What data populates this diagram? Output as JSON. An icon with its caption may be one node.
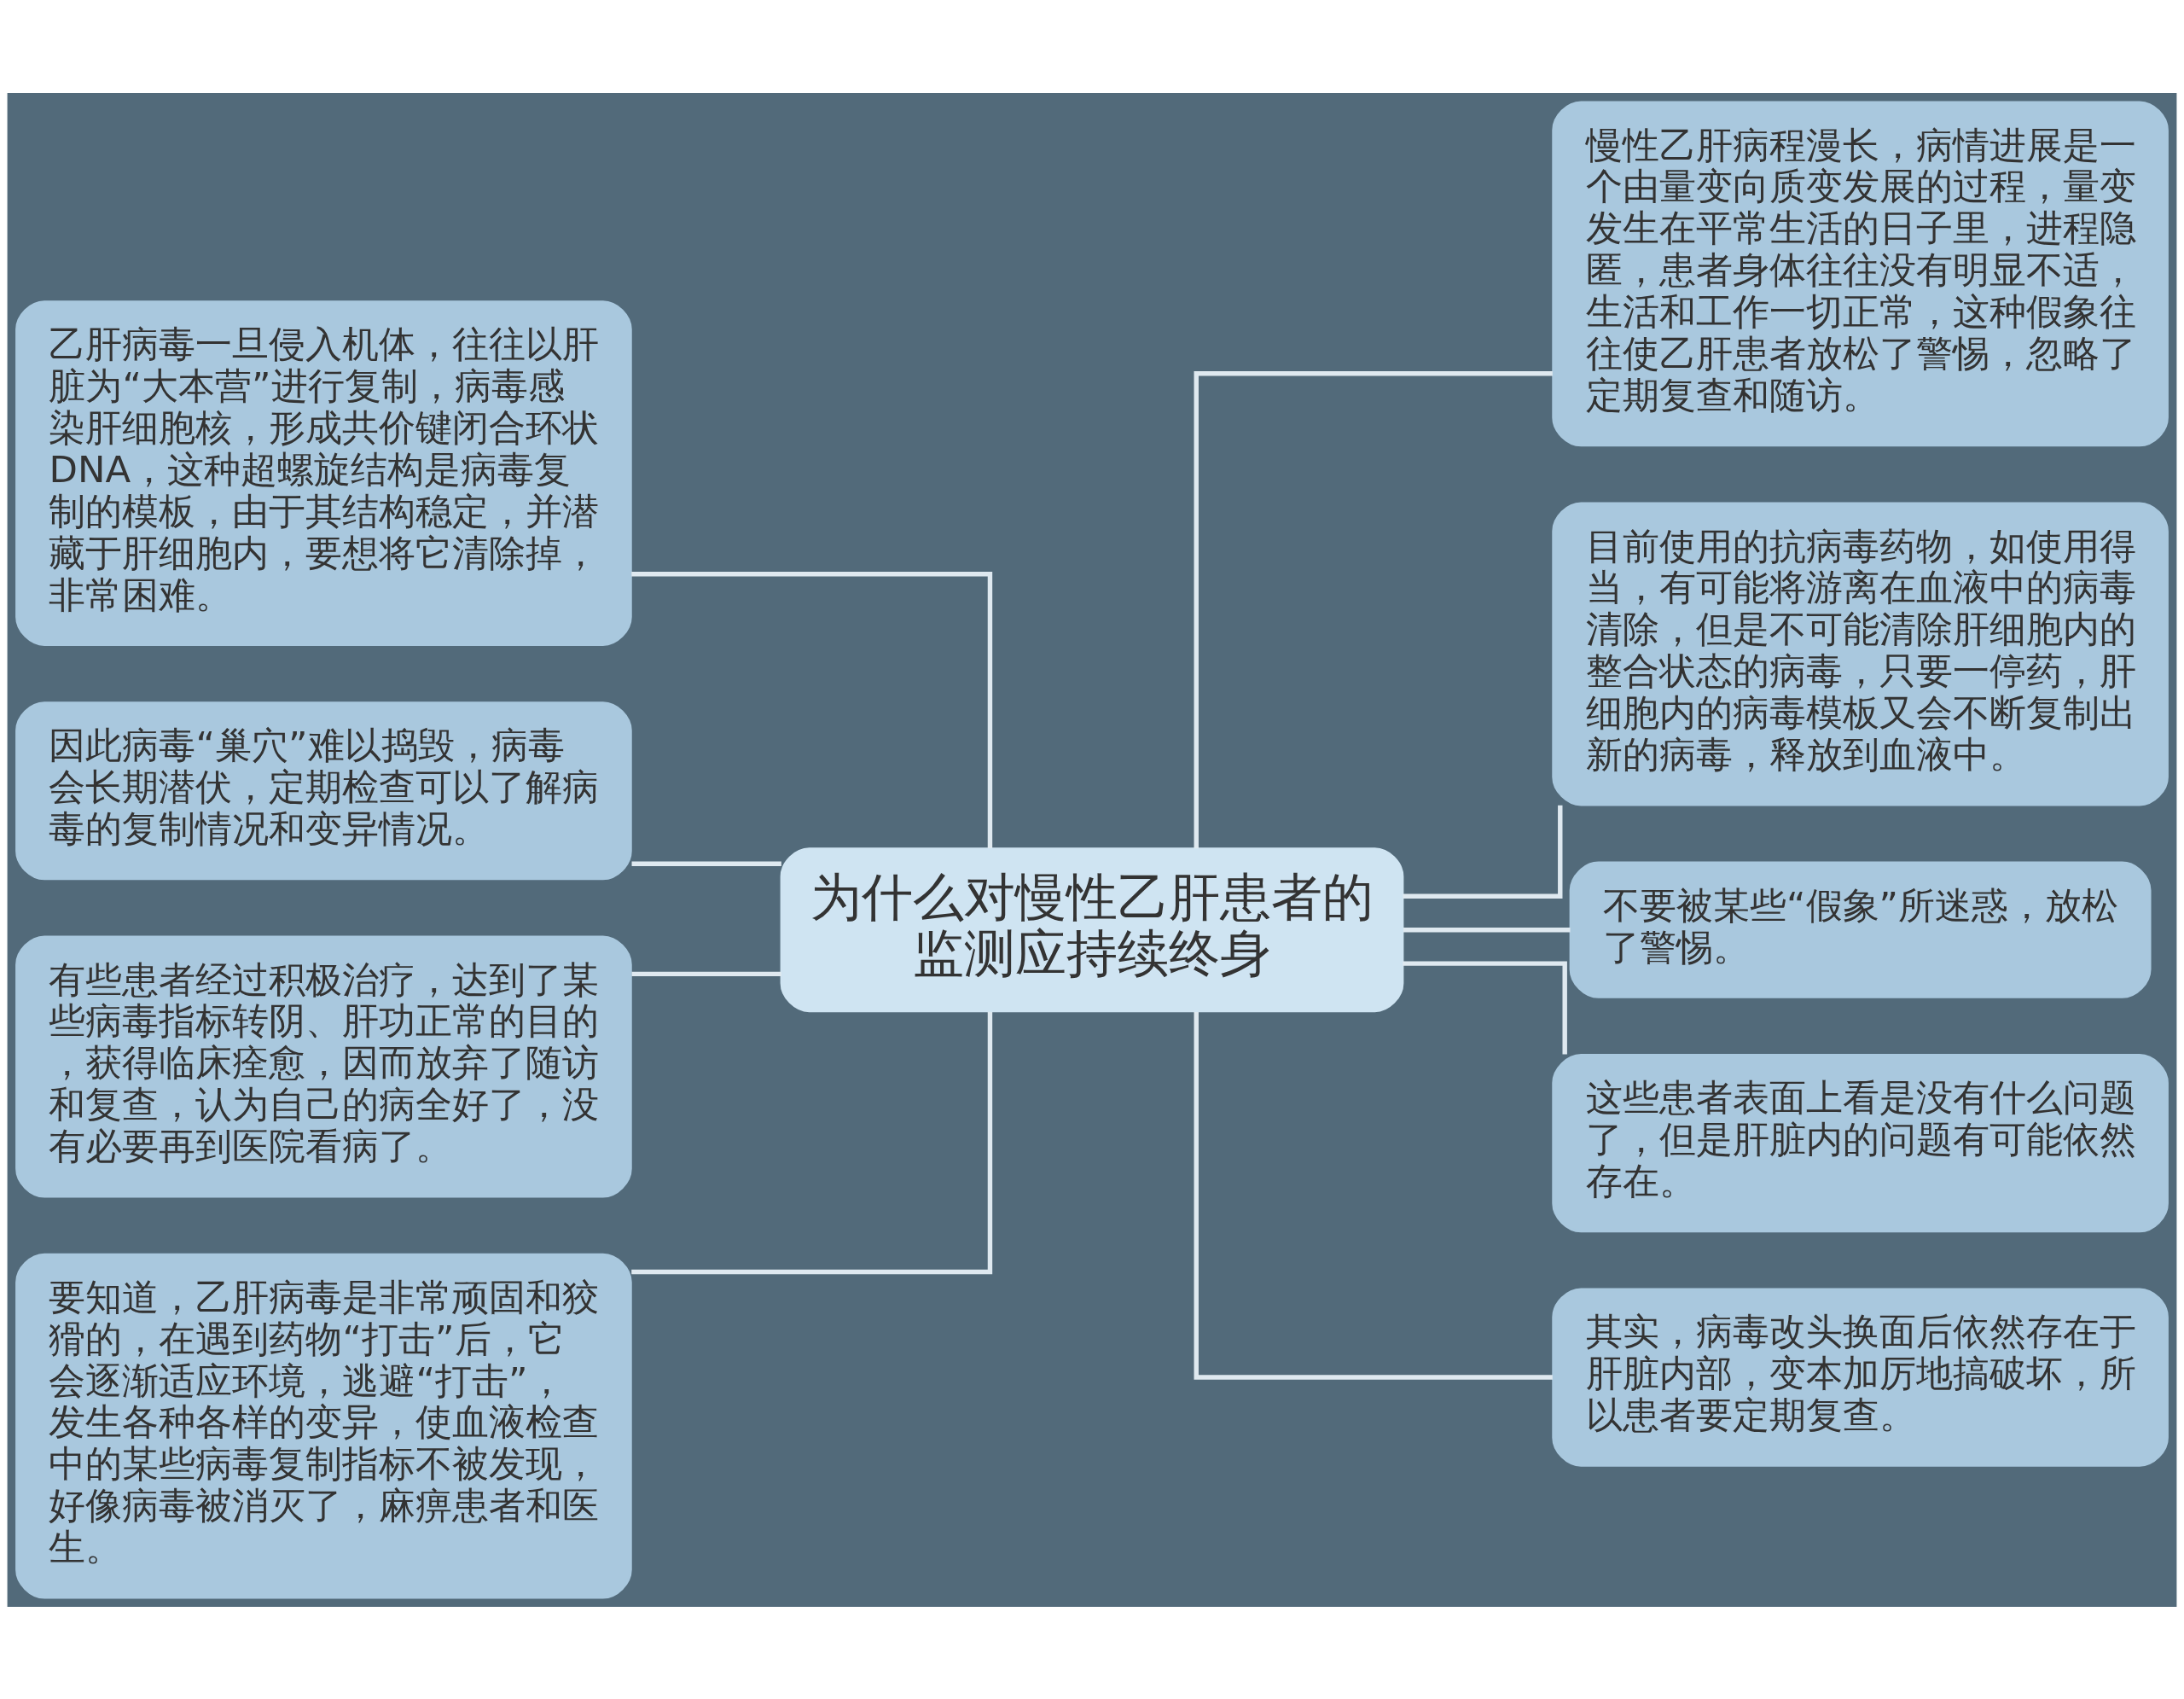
{
  "diagram": {
    "nodes": [
      {
        "text": [
          "为什么对慢性乙肝患者的监测应持续终身"
        ]
      },
      {
        "text": [
          "乙肝病毒一旦侵入机体，往往以肝脏为“大本营”进行复制，病毒感染肝细胞核，形成共价键闭合环状DNA，这种超螺旋结构是病毒复制的模板，由于其结构稳定，并潜藏于肝细胞内，要想将它清除掉，非常困难。"
        ]
      },
      {
        "text": [
          "因此病毒“巢穴”难以捣毁，病毒会长期潜伏，定期检查可以了解病毒的复制情况和变异情况。"
        ]
      },
      {
        "text": [
          "有些患者经过积极治疗，达到了某些病毒指标转阴、肝功正常的目的，获得临床痊愈，因而放弃了随访和复查，认为自己的病全好了，没有必要再到医院看病了。"
        ]
      },
      {
        "text": [
          "要知道，乙肝病毒是非常顽固和狡猾的，在遇到药物“打击”后，它会逐渐适应环境，逃避“打击”，发生各种各样的变异，使血液检查中的某些病毒复制指标不被发现，好像病毒被消灭了，麻痹患者和医生。"
        ]
      },
      {
        "text": [
          "慢性乙肝病程漫长，病情进展是一个由量变向质变发展的过程，量变发生在平常生活的日子里，进程隐匿，患者身体往往没有明显不适，生活和工作一切正常，这种假象往往使乙肝患者放松了警惕，忽略了定期复查和随访。"
        ]
      },
      {
        "text": [
          "目前使用的抗病毒药物，如使用得当，有可能将游离在血液中的病毒清除，但是不可能清除肝细胞内的整合状态的病毒，只要一停药，肝细胞内的病毒模板又会不断复制出新的病毒，释放到血液中。"
        ]
      },
      {
        "text": [
          "不要被某些“假象”所迷惑，放松了警惕。"
        ]
      },
      {
        "text": [
          "这些患者表面上看是没有什么问题了，但是肝脏内的问题有可能依然存在。"
        ]
      },
      {
        "text": [
          "其实，病毒改头换面后依然存在于肝脏内部，变本加厉地搞破坏，所以患者要定期复查。"
        ]
      }
    ],
    "edges": [
      {
        "from": 0,
        "to": 1,
        "arrow": "none"
      },
      {
        "from": 0,
        "to": 2,
        "arrow": "none"
      },
      {
        "from": 0,
        "to": 3,
        "arrow": "none"
      },
      {
        "from": 0,
        "to": 4,
        "arrow": "none"
      },
      {
        "from": 0,
        "to": 5,
        "arrow": "none"
      },
      {
        "from": 0,
        "to": 6,
        "arrow": "none"
      },
      {
        "from": 0,
        "to": 7,
        "arrow": "none"
      },
      {
        "from": 0,
        "to": 8,
        "arrow": "none"
      },
      {
        "from": 0,
        "to": 9,
        "arrow": "none"
      }
    ]
  }
}
